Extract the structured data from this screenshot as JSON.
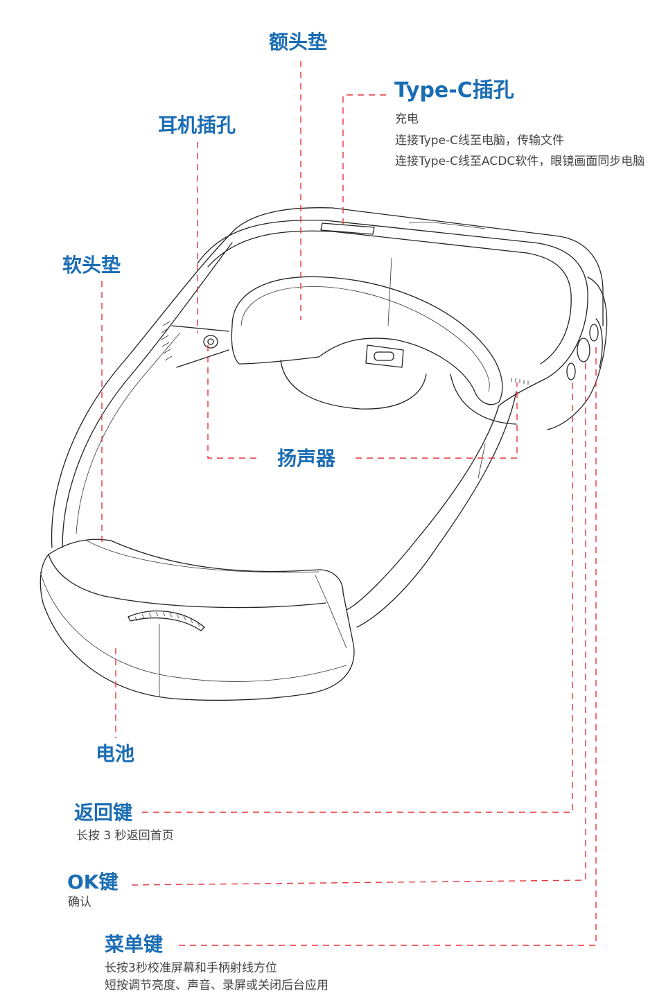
{
  "colors": {
    "title": "#1a6db4",
    "leader": "#e6343c",
    "text": "#444444"
  },
  "labels": {
    "forehead_pad": {
      "title": "额头垫"
    },
    "typec": {
      "title": "Type-C插孔",
      "lines": [
        "充电",
        "连接Type-C线至电脑，传输文件",
        "连接Type-C线至ACDC软件，眼镜画面同步电脑"
      ]
    },
    "headphone_jack": {
      "title": "耳机插孔"
    },
    "soft_head_pad": {
      "title": "软头垫"
    },
    "speaker": {
      "title": "扬声器"
    },
    "battery": {
      "title": "电池"
    },
    "back_key": {
      "title": "返回键",
      "lines": [
        "长按 3 秒返回首页"
      ]
    },
    "ok_key": {
      "title": "OK键",
      "lines": [
        "确认"
      ]
    },
    "menu_key": {
      "title": "菜单键",
      "lines": [
        "长按3秒校准屏幕和手柄射线方位",
        "短按调节亮度、声音、录屏或关闭后台应用"
      ]
    }
  }
}
